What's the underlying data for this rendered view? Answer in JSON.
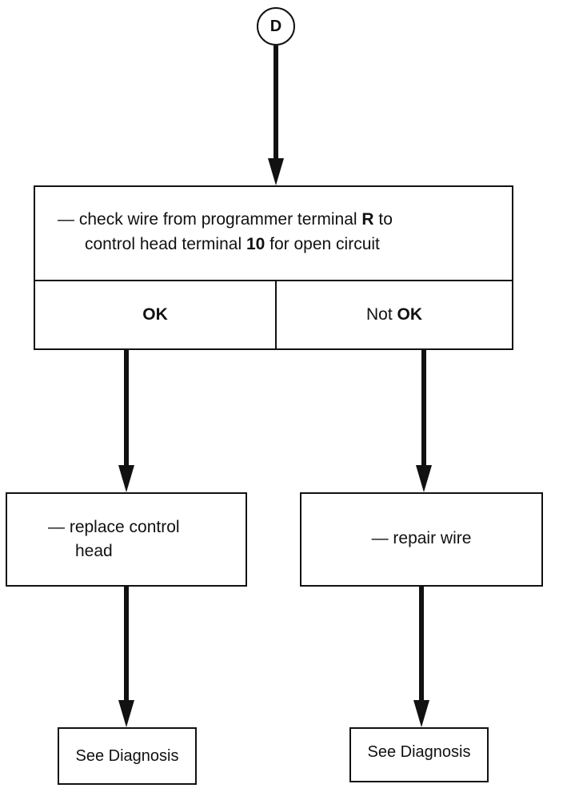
{
  "connector": {
    "label": "D"
  },
  "check_box": {
    "line1": {
      "pre": "— check wire from programmer terminal ",
      "term1": "R",
      "post": " to"
    },
    "line2": {
      "pre": "control head terminal ",
      "term2": "10",
      "post": " for open circuit"
    }
  },
  "branches": {
    "ok": {
      "label": "OK"
    },
    "not_ok": {
      "prefix": "Not ",
      "label": "OK"
    }
  },
  "actions": {
    "replace": {
      "line1": "— replace control",
      "line2": "head"
    },
    "repair": {
      "line1": "— repair wire"
    }
  },
  "results": {
    "left": "See Diagnosis",
    "right": "See Diagnosis"
  }
}
